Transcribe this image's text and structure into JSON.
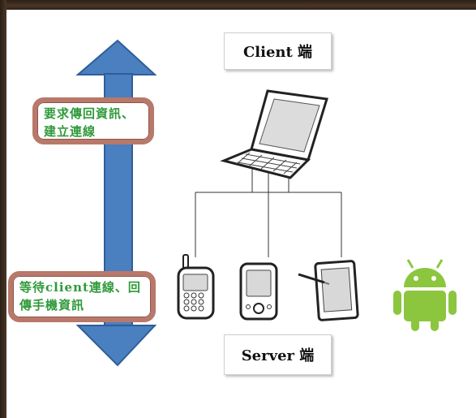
{
  "diagram": {
    "top_label": "要求傳回資訊、建立連線",
    "bottom_label": "等待client連線、回傳手機資訊",
    "client_label": "Client 端",
    "server_label": "Server 端"
  },
  "colors": {
    "arrow": "#4a7fc0",
    "label_text": "#2f9a3a",
    "label_border": "#b8786a",
    "android": "#8cc63f"
  },
  "icons": [
    "laptop-icon",
    "feature-phone-icon",
    "pda-icon",
    "tablet-icon",
    "android-icon"
  ]
}
